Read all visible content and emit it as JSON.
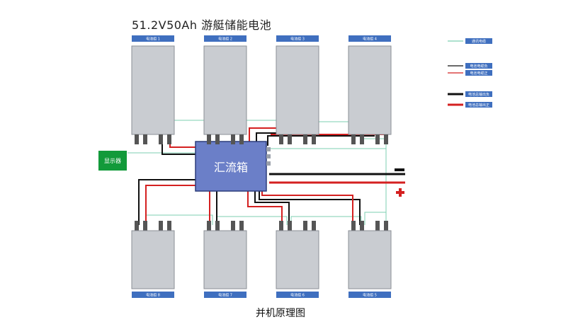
{
  "title": "51.2V50Ah 游艇储能电池",
  "caption": "并机原理图",
  "combiner_label": "汇流箱",
  "display_label": "显示器",
  "minus_sign": "−",
  "plus_sign": "+",
  "batteries": [
    {
      "label": "电池组 1"
    },
    {
      "label": "电池组 2"
    },
    {
      "label": "电池组 3"
    },
    {
      "label": "电池组 4"
    },
    {
      "label": "电池组 8"
    },
    {
      "label": "电池组 7"
    },
    {
      "label": "电池组 6"
    },
    {
      "label": "电池组 5"
    }
  ],
  "legend": [
    {
      "label": "通讯电缆",
      "color": "#7ccfb0"
    },
    {
      "label": "电池电缆负",
      "color": "#111111"
    },
    {
      "label": "电池电缆正",
      "color": "#d42020"
    },
    {
      "label": "电池总输出负",
      "color": "#111111"
    },
    {
      "label": "电池总输出正",
      "color": "#d42020"
    }
  ],
  "colors": {
    "label_bg": "#3f6fbf",
    "combiner": "#6b7fc8",
    "display": "#129a3a",
    "battery": "#c9ccd1",
    "comm": "#7ccfb0",
    "neg": "#111111",
    "pos": "#d42020"
  }
}
